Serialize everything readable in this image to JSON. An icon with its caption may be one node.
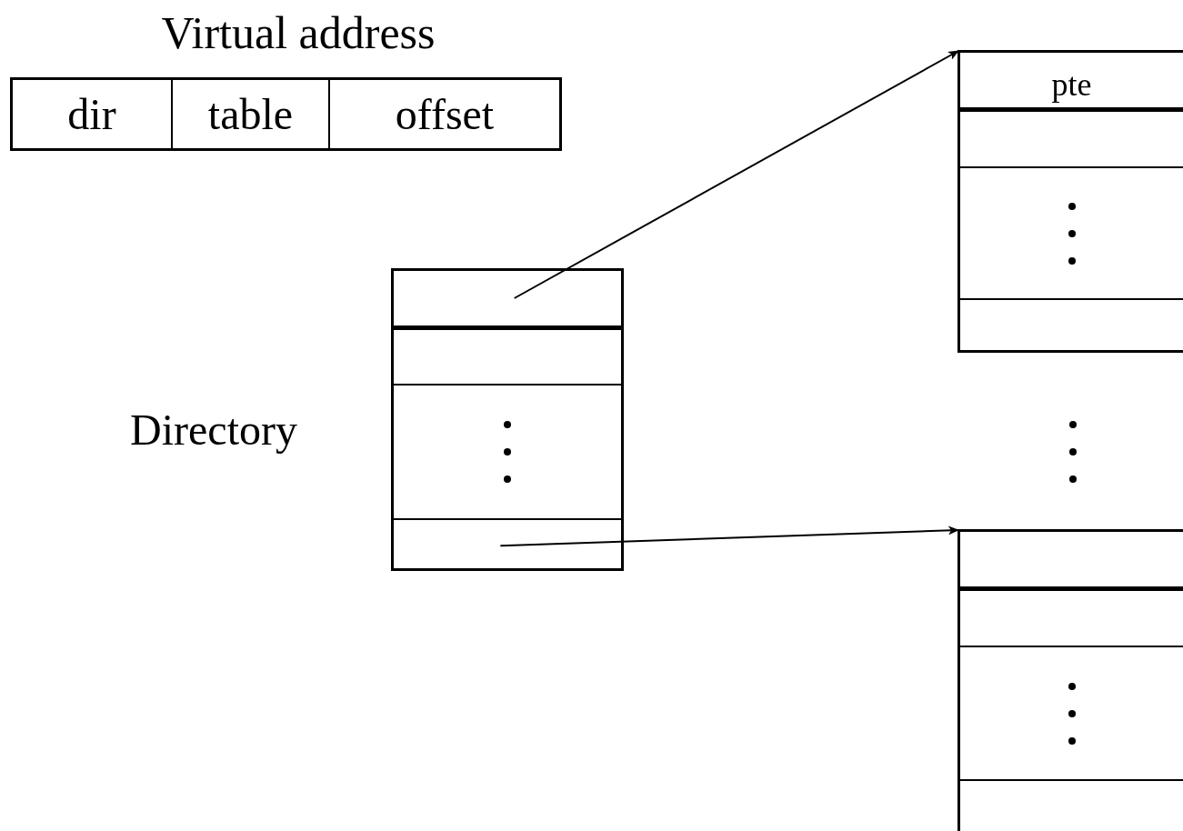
{
  "diagram": {
    "nodes": [
      {
        "text": [
          "Virtual address"
        ]
      },
      {
        "text": [
          "dir"
        ],
        "in": 0
      },
      {
        "text": [
          "table"
        ],
        "in": 0
      },
      {
        "text": [
          "offset"
        ],
        "in": 0
      },
      {
        "text": [
          "Directory"
        ]
      },
      {
        "text": [],
        "shape": "box",
        "in": 4
      },
      {
        "text": [],
        "shape": "box",
        "in": 4
      },
      {
        "text": [],
        "shape": "box",
        "in": 4
      },
      {
        "text": [],
        "shape": "box",
        "in": 4
      },
      {
        "text": [],
        "shape": "box"
      },
      {
        "text": [
          "pte"
        ],
        "in": 9
      },
      {
        "text": [],
        "shape": "box",
        "in": 9
      },
      {
        "text": [],
        "shape": "box",
        "in": 9
      },
      {
        "text": [],
        "shape": "box",
        "in": 9
      },
      {
        "text": [],
        "shape": "box"
      },
      {
        "text": [],
        "shape": "box",
        "in": 14
      },
      {
        "text": [],
        "shape": "box",
        "in": 14
      },
      {
        "text": [],
        "shape": "box",
        "in": 14
      },
      {
        "text": [],
        "shape": "box",
        "in": 14
      }
    ],
    "edges": [
      {
        "from": 5,
        "to": 9,
        "arrow": "to"
      },
      {
        "from": 8,
        "to": 14,
        "arrow": "to"
      }
    ]
  }
}
